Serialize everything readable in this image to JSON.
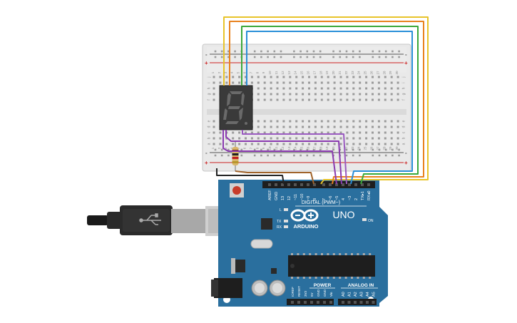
{
  "breadboard": {
    "column_numbers": [
      "1",
      "2",
      "3",
      "4",
      "5",
      "6",
      "7",
      "8",
      "9",
      "10",
      "11",
      "12",
      "13",
      "14",
      "15",
      "16",
      "17",
      "18",
      "19",
      "20",
      "21",
      "22",
      "23",
      "24",
      "25",
      "26",
      "27",
      "28",
      "29",
      "30"
    ],
    "rows_top": [
      "j",
      "i",
      "h",
      "g",
      "f"
    ],
    "rows_bottom": [
      "e",
      "d",
      "c",
      "b",
      "a"
    ],
    "rail_plus": "+",
    "rail_minus": "-"
  },
  "display": {
    "digit": "8."
  },
  "arduino": {
    "brand": "ARDUINO",
    "model": "UNO",
    "header_title": "DIGITAL (PWM~)",
    "digital_pins": [
      "AREF",
      "GND",
      "13",
      "12",
      "~11",
      "~10",
      "~9",
      "8",
      "7",
      "~6",
      "~5",
      "4",
      "~3",
      "2",
      "TX▸1",
      "RX◂0"
    ],
    "led_labels": [
      "L",
      "TX",
      "RX"
    ],
    "on_label": "ON",
    "power_title": "POWER",
    "analog_title": "ANALOG IN",
    "power_pins": [
      "IOREF",
      "RESET",
      "3V3",
      "5V",
      "GND",
      "GND",
      "Vin"
    ],
    "analog_pins": [
      "A0",
      "A1",
      "A2",
      "A3",
      "A4",
      "A5"
    ]
  },
  "colors": {
    "board_blue": "#2a6f9e",
    "breadboard": "#e8e8e8",
    "wire_yellow": "#e8c42a",
    "wire_orange": "#e8821e",
    "wire_green": "#3aa83a",
    "wire_blue": "#2a8fd8",
    "wire_purple": "#8a3ab0",
    "wire_brown": "#a0632a",
    "wire_black": "#222222"
  }
}
